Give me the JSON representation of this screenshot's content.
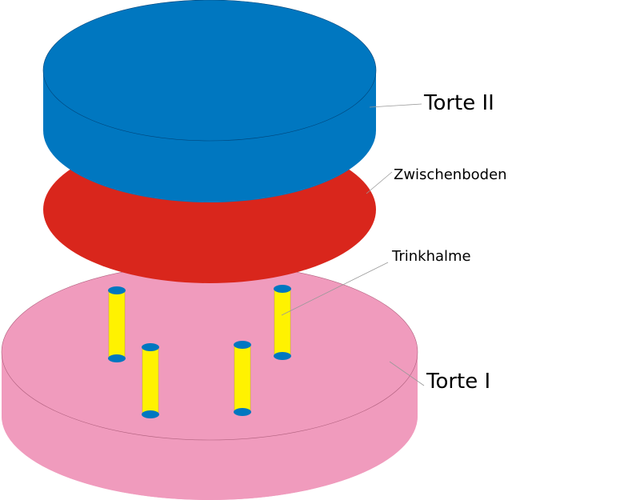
{
  "labels": {
    "torte2": "Torte II",
    "zwischenboden": "Zwischenboden",
    "trinkhalme": "Trinkhalme",
    "torte1": "Torte I"
  },
  "colors": {
    "torte2": "#0077c0",
    "zwischenboden": "#d9261c",
    "torte1": "#f09bbd",
    "straw": "#fff200",
    "straw_cap": "#0077c0"
  }
}
